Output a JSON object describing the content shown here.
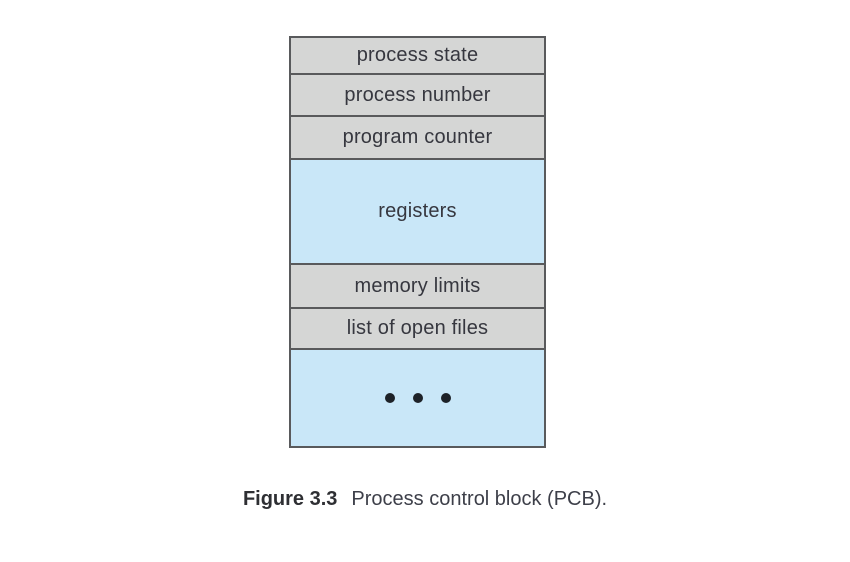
{
  "pcb": {
    "rows": [
      {
        "label": "process state",
        "style": "gray"
      },
      {
        "label": "process number",
        "style": "gray"
      },
      {
        "label": "program counter",
        "style": "gray"
      },
      {
        "label": "registers",
        "style": "blue"
      },
      {
        "label": "memory limits",
        "style": "gray"
      },
      {
        "label": "list of open files",
        "style": "gray"
      },
      {
        "label": "...",
        "style": "blue",
        "rendered_as": "three-dots-ellipsis"
      }
    ]
  },
  "caption": {
    "label": "Figure 3.3",
    "text": "Process control block (PCB)."
  },
  "colors": {
    "row_gray": "#d5d6d5",
    "row_blue": "#c9e7f8",
    "border": "#595a5c",
    "row_text": "#36373f",
    "dot": "#1d2228",
    "caption_label": "#2e2f33",
    "caption_text": "#3d3f49",
    "background": "#ffffff"
  }
}
